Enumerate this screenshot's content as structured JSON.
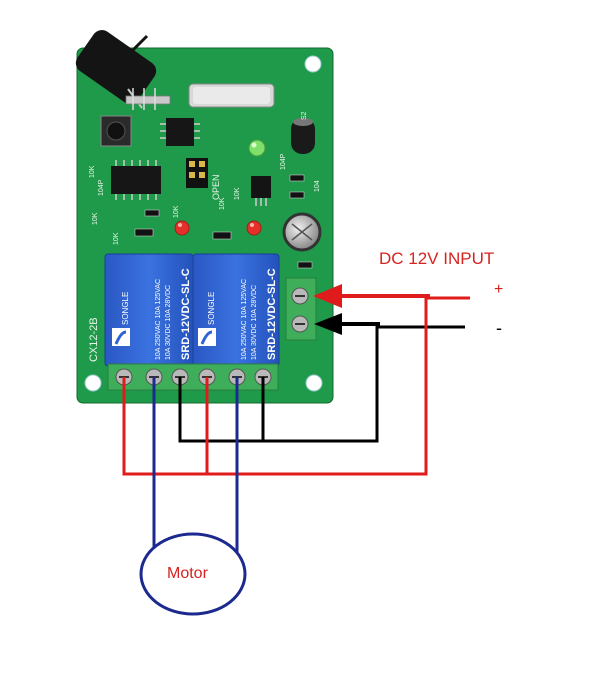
{
  "board": {
    "model": "CX12-2B",
    "relay_brand": "SONGLE",
    "relay_model": "SRD-12VDC-SL-C",
    "relay_ratings": [
      "10A 250VAC 10A 125VAC",
      "10A 30VDC 10A 28VDC"
    ],
    "jumper_label": "OPEN",
    "silk_labels": [
      "10K",
      "104P",
      "10K",
      "10K",
      "10K",
      "10K",
      "10K",
      "104",
      "104P",
      "S2"
    ]
  },
  "power": {
    "title": "DC 12V INPUT",
    "plus": "+",
    "minus": "-"
  },
  "load": {
    "label": "Motor"
  },
  "colors": {
    "pcb": "#1f9a4a",
    "pcb_dark": "#137a35",
    "relay": "#2f63d3",
    "terminal": "#3fae5a",
    "wire_positive": "#e01b1b",
    "wire_negative": "#000000",
    "wire_motor": "#1c2a8f",
    "motor_outline": "#1c2a8f",
    "label_red": "#d6231f"
  }
}
